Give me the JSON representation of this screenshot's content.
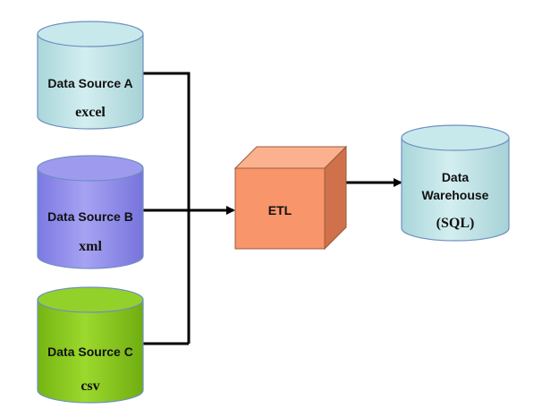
{
  "sources": [
    {
      "name": "Data Source A",
      "format": "excel",
      "color": "#bfe3e6"
    },
    {
      "name": "Data Source B",
      "format": "xml",
      "color": "#8f8cec"
    },
    {
      "name": "Data Source C",
      "format": "csv",
      "color": "#86c91c"
    }
  ],
  "etl": {
    "label": "ETL",
    "color": "#f8956a"
  },
  "warehouse": {
    "line1": "Data",
    "line2": "Warehouse",
    "line3": "(SQL)",
    "color": "#bfe3e6"
  },
  "colors": {
    "outline": "#6f8fbf",
    "connector": "#000000"
  }
}
